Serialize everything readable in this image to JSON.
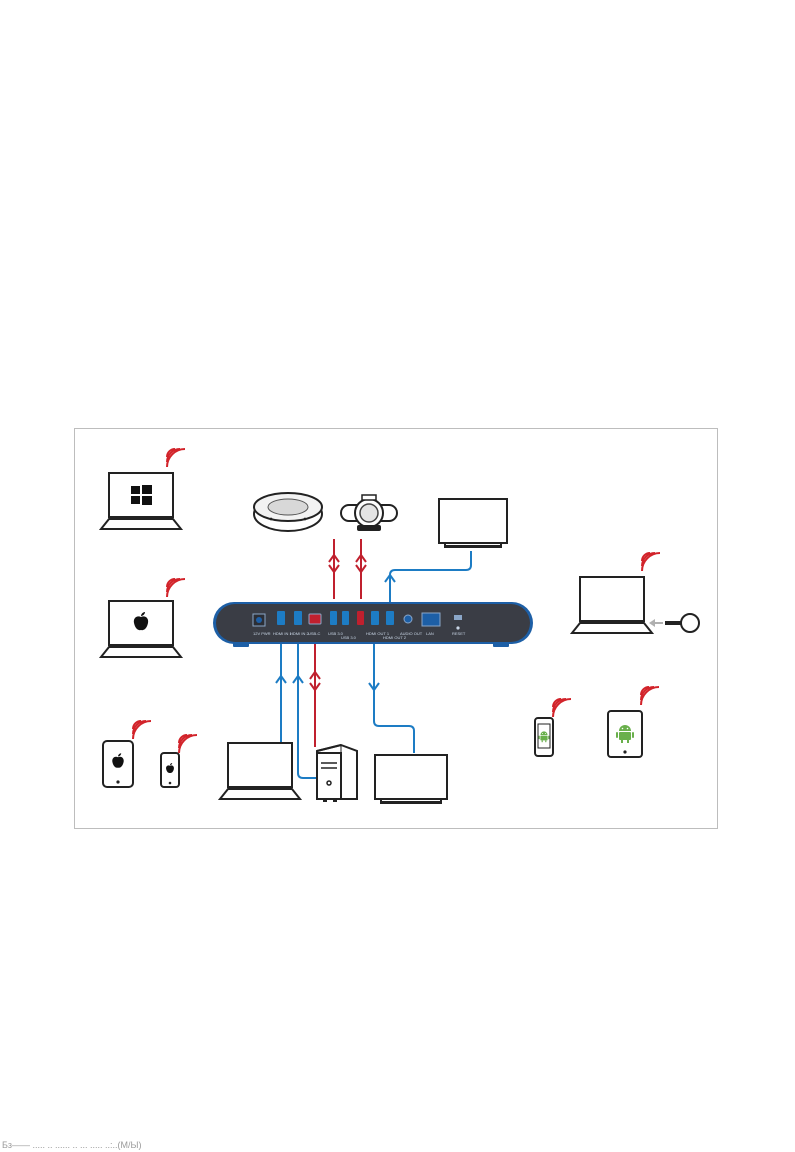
{
  "colors": {
    "usb_link": "#c0202e",
    "video_link": "#1d7cc4",
    "wifi": "#d2232a",
    "hub_body": "#3a3d45",
    "hub_edge": "#1d5fa6",
    "device_outline": "#222222",
    "android": "#6ab04c"
  },
  "hub": {
    "port_labels": [
      "12V PWR",
      "HDMI IN 1",
      "HDMI IN 2",
      "USB-C",
      "USB 3.0",
      "USB 3.0",
      "HDMI OUT 1",
      "HDMI OUT 2",
      "AUDIO OUT",
      "LAN",
      "RESET"
    ]
  },
  "icons": [
    "windows-logo-icon",
    "apple-logo-icon",
    "android-logo-icon",
    "wifi-signal-icon",
    "arrow-icon"
  ],
  "footer": {
    "text": "Бз—— ..... .. ...... .. ... ..... ..:..(М/Ы)"
  }
}
